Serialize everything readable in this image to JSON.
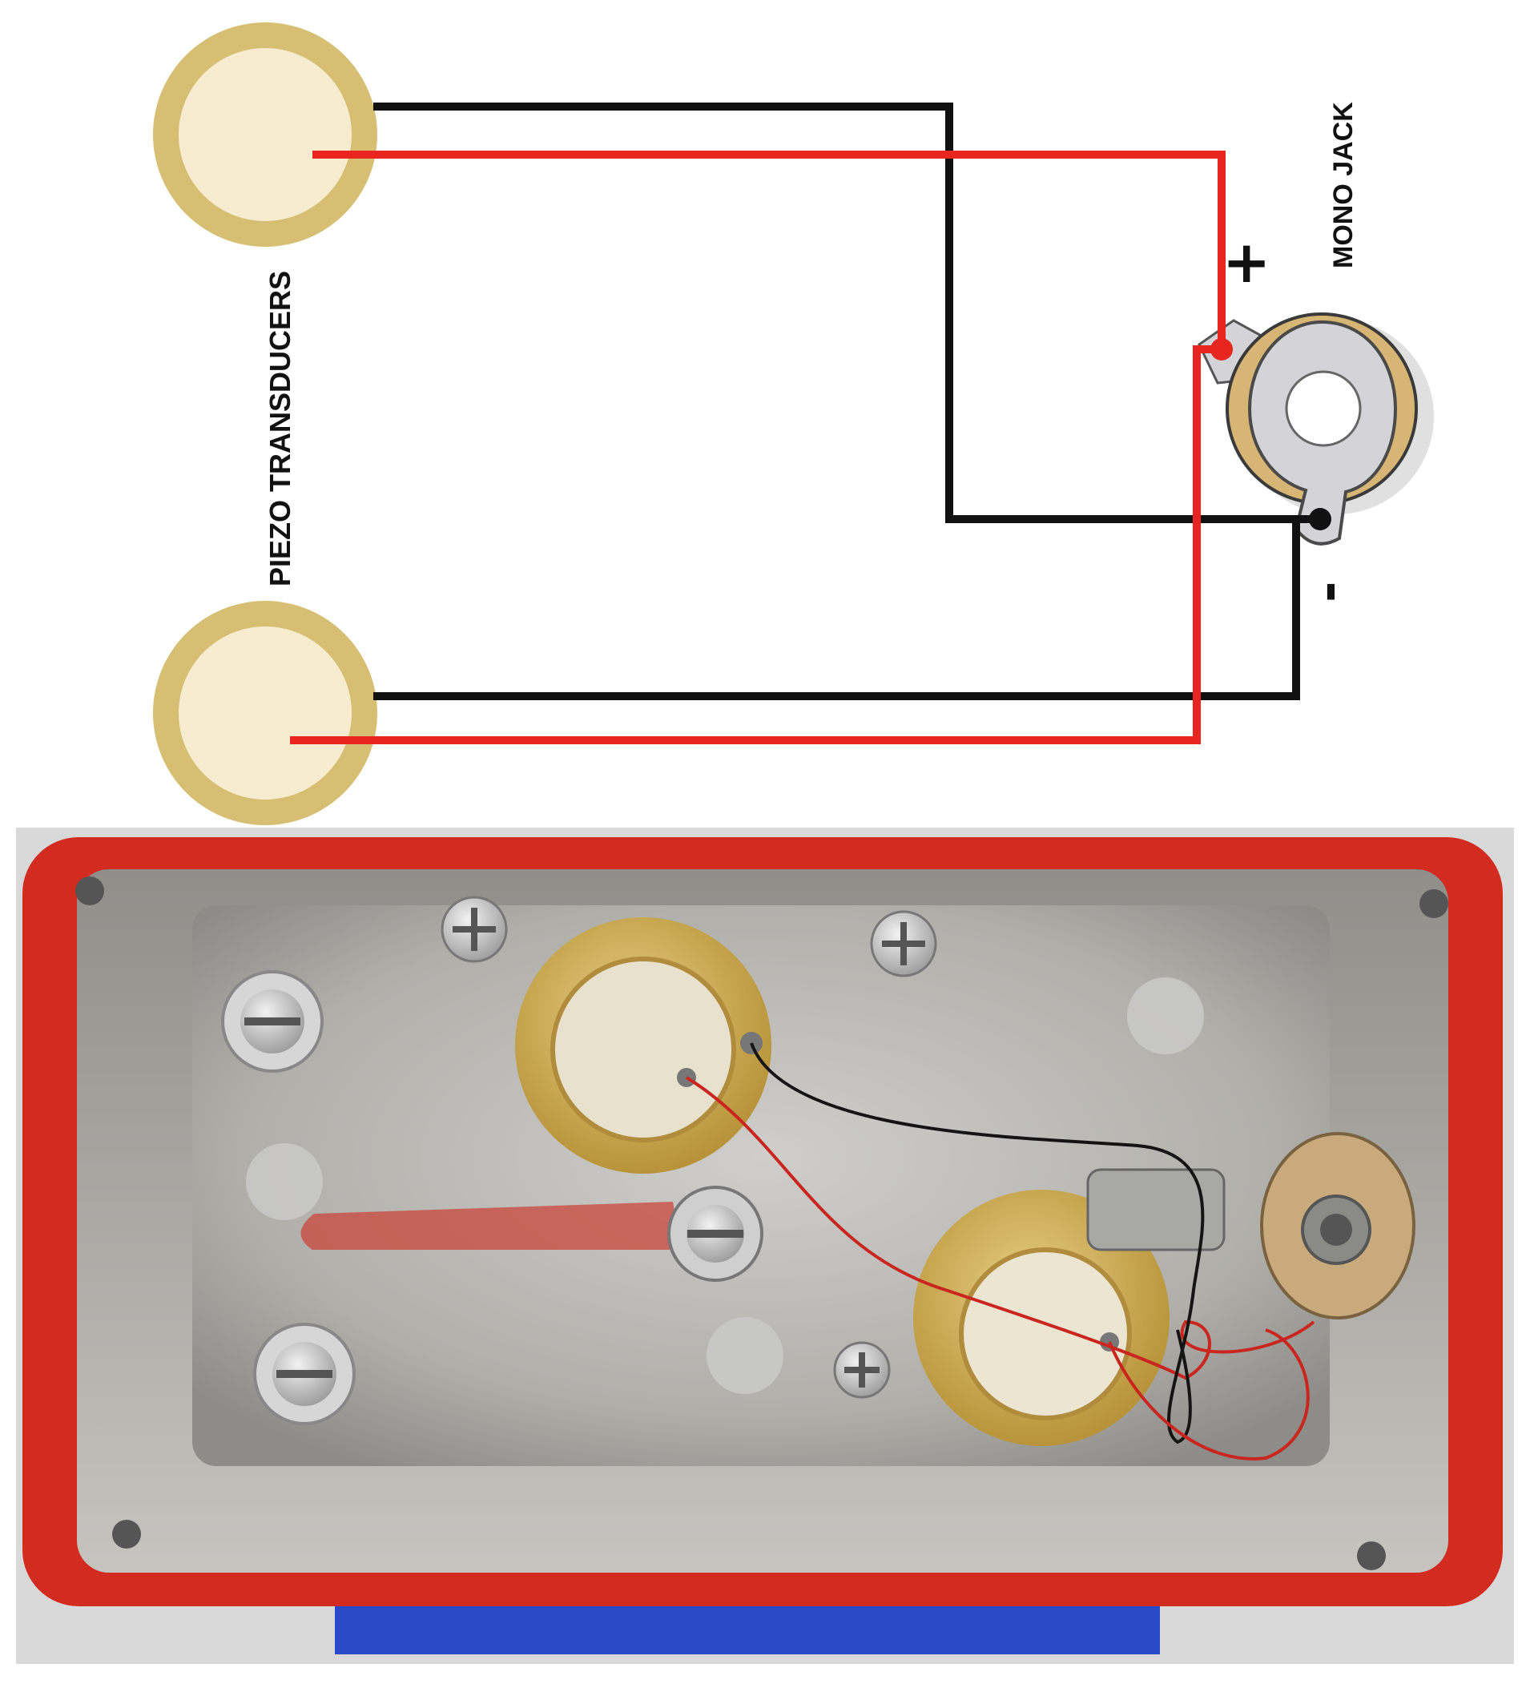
{
  "diagram": {
    "label_piezo": "PIEZO TRANSDUCERS",
    "label_jack": "MONO JACK",
    "plus_sign": "+",
    "minus_sign": "-",
    "colors": {
      "hot_wire": "#e8261f",
      "ground_wire": "#111111",
      "piezo_brass": "#d6bf72",
      "piezo_ceramic": "#f8ecd0",
      "jack_ring": "#d7b574",
      "jack_lug": "#d4d4d8",
      "enclosure_red": "#d22b1f",
      "enclosure_metal": "#b4b3ae",
      "base_blue": "#2a49c9"
    }
  },
  "photo": {
    "subject": "enclosure-wiring-photo"
  }
}
